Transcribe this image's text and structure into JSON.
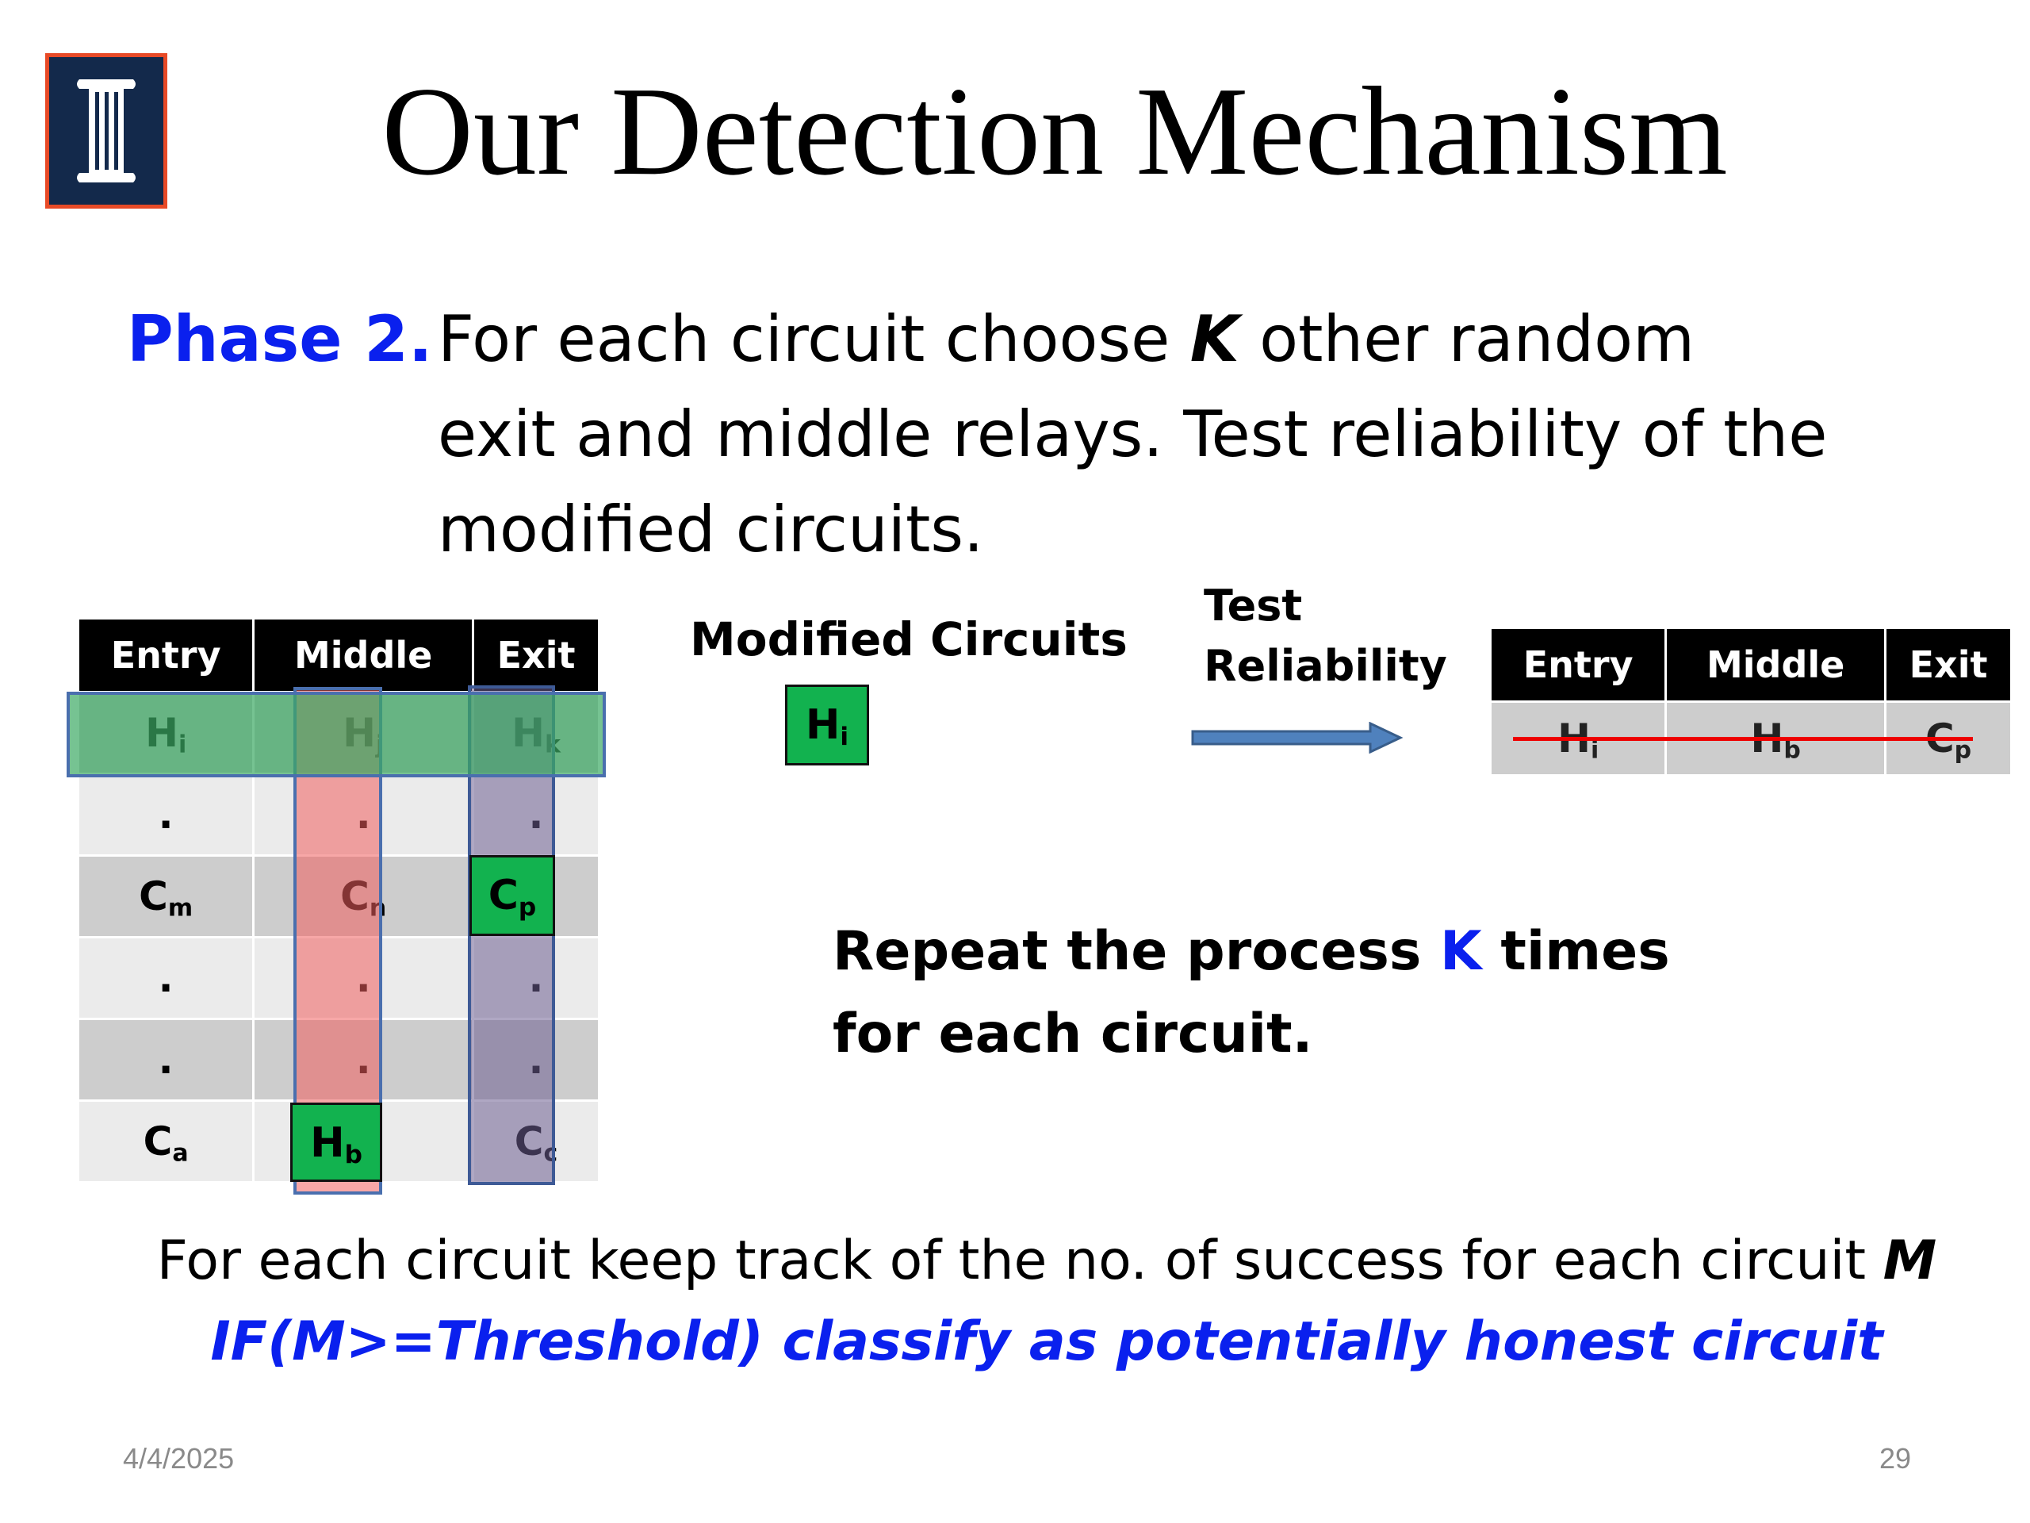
{
  "title": "Our Detection Mechanism",
  "phase": {
    "label": "Phase 2.",
    "line1_a": "For each circuit choose ",
    "line1_k": "K",
    "line1_b": " other random",
    "line2": "exit and middle relays. Test reliability of the",
    "line3": "modified circuits."
  },
  "left_table": {
    "headers": [
      "Entry",
      "Middle",
      "Exit"
    ],
    "rows": [
      [
        {
          "m": "H",
          "s": "i"
        },
        {
          "m": "H",
          "s": "j"
        },
        {
          "m": "H",
          "s": "k"
        }
      ],
      [
        {
          "m": "."
        },
        {
          "m": "."
        },
        {
          "m": "."
        }
      ],
      [
        {
          "m": "C",
          "s": "m"
        },
        {
          "m": "C",
          "s": "n"
        },
        {
          "m": "C",
          "s": "p"
        }
      ],
      [
        {
          "m": "."
        },
        {
          "m": "."
        },
        {
          "m": "."
        }
      ],
      [
        {
          "m": "."
        },
        {
          "m": "."
        },
        {
          "m": "."
        }
      ],
      [
        {
          "m": "C",
          "s": "a"
        },
        {
          "m": "H",
          "s": "b"
        },
        {
          "m": "C",
          "s": "c"
        }
      ]
    ]
  },
  "modified": {
    "label": "Modified Circuits",
    "box": {
      "m": "H",
      "s": "i"
    }
  },
  "test": {
    "line1": "Test",
    "line2": "Reliability"
  },
  "right_table": {
    "headers": [
      "Entry",
      "Middle",
      "Exit"
    ],
    "row": [
      {
        "m": "H",
        "s": "i"
      },
      {
        "m": "H",
        "s": "b"
      },
      {
        "m": "C",
        "s": "p"
      }
    ]
  },
  "repeat": {
    "a": "Repeat the process ",
    "k": "K",
    "b": " times",
    "line2": "for each circuit."
  },
  "track": {
    "text": "For each circuit keep track of the no. of success for each circuit ",
    "m": "M"
  },
  "condition": "IF(M>=Threshold) classify as potentially honest circuit",
  "footer": {
    "date": "4/4/2025",
    "page": "29"
  },
  "colors": {
    "accent_blue": "#0a20ee",
    "green": "#12b24f",
    "red_strike": "#ee0000",
    "logo_blue": "#13294b",
    "logo_orange": "#e84a27"
  }
}
